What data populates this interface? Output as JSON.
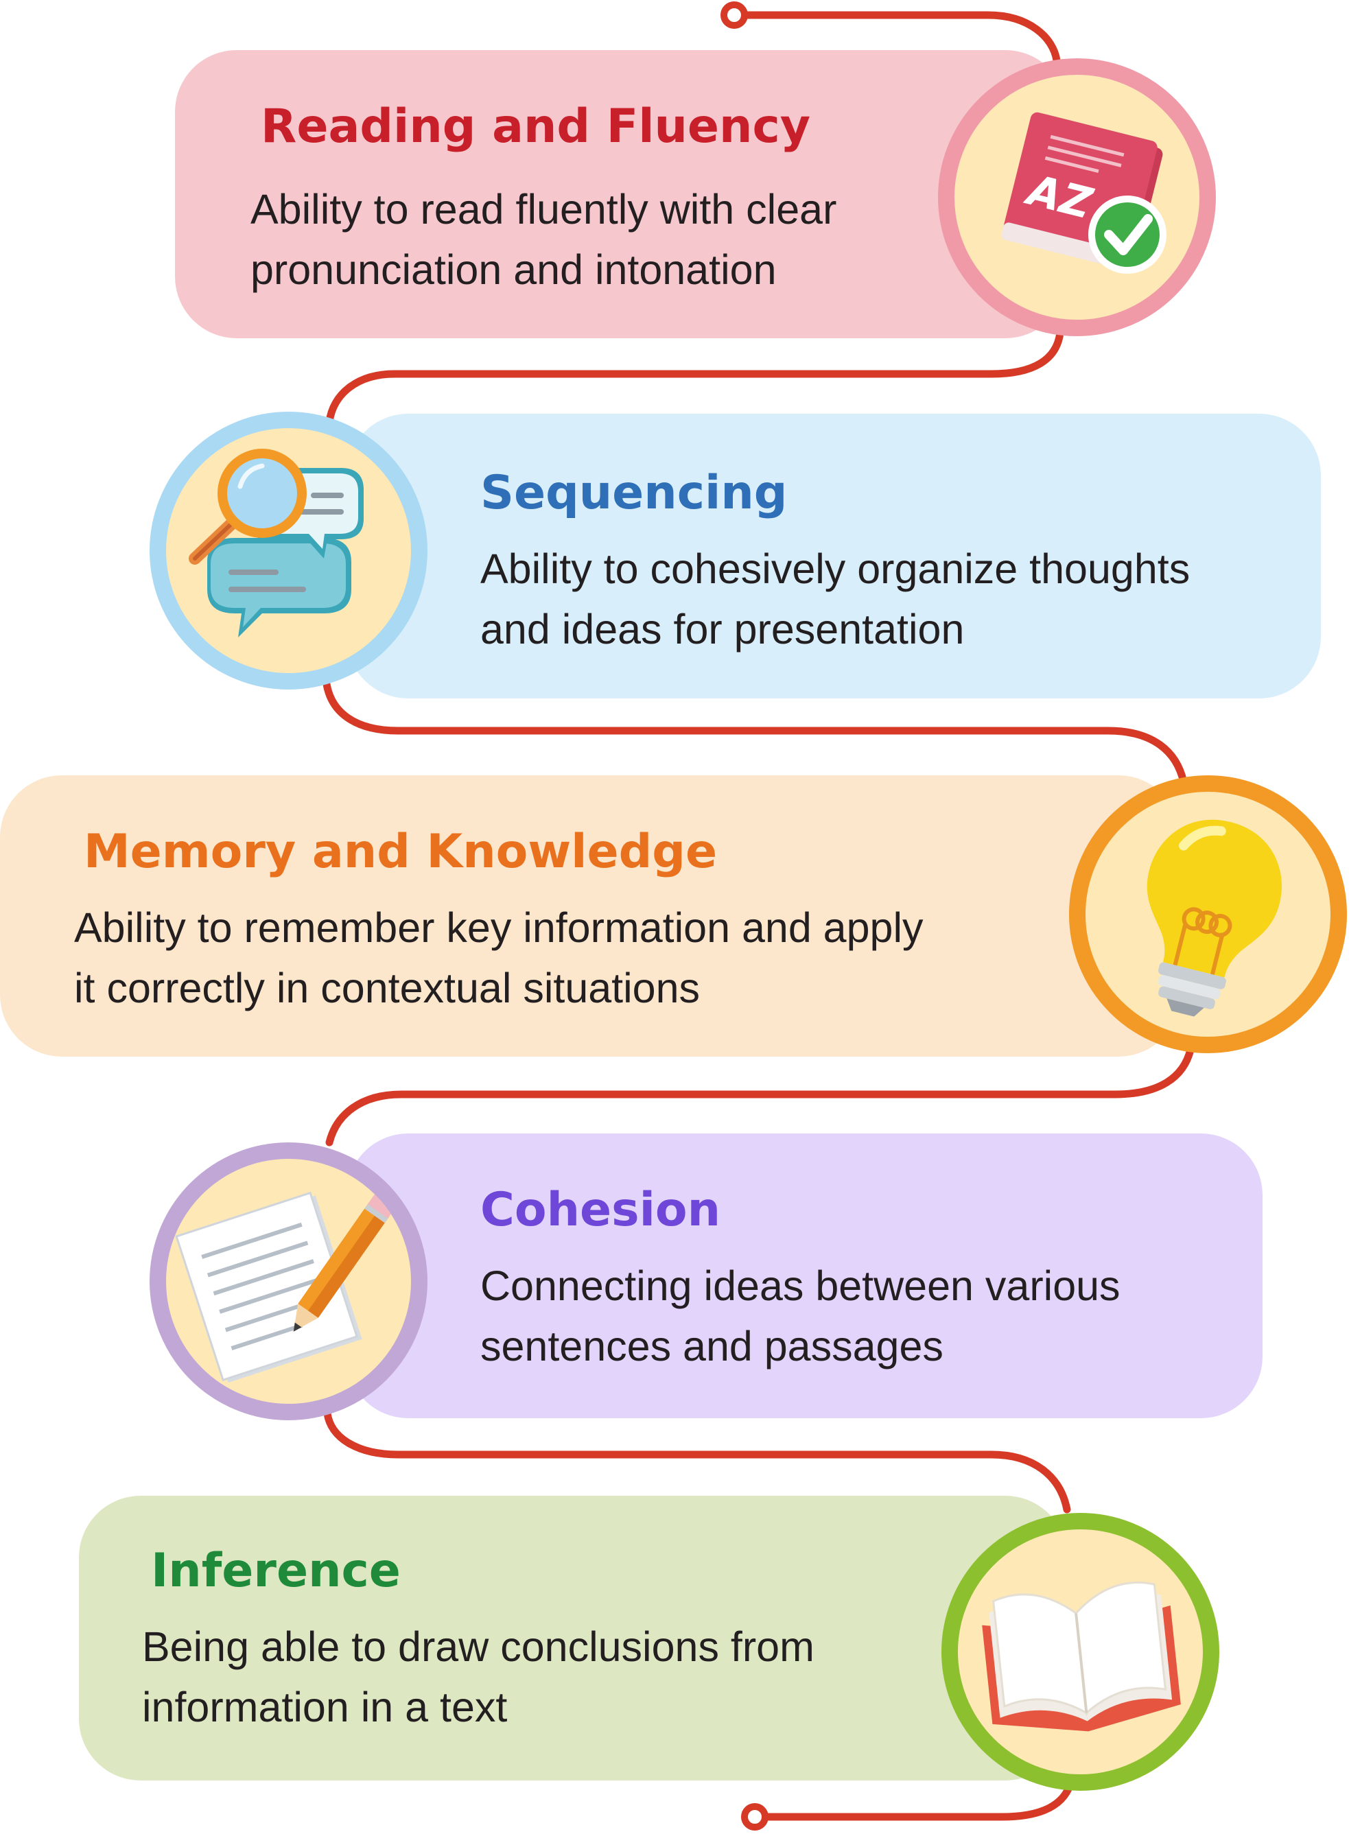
{
  "colors": {
    "connector": "#d63a26",
    "badge_fill": "#fde8b6",
    "text": "#231f20"
  },
  "items": [
    {
      "title": "Reading and Fluency",
      "description": "Ability to read fluently with clear\npronunciation and intonation",
      "icon": "book-az-checkmark-icon",
      "card_color": "#f6c8ce",
      "title_color": "#c8202a",
      "ring_color": "#f09aa8"
    },
    {
      "title": "Sequencing",
      "description": "Ability to cohesively organize thoughts\nand ideas for presentation",
      "icon": "magnifier-chat-icon",
      "card_color": "#d8eefa",
      "title_color": "#2e6fb7",
      "ring_color": "#a9d9f3"
    },
    {
      "title": "Memory and Knowledge",
      "description": "Ability to remember key information and apply\nit correctly in contextual situations",
      "icon": "lightbulb-icon",
      "card_color": "#fce7cd",
      "title_color": "#e9711d",
      "ring_color": "#f39a26"
    },
    {
      "title": "Cohesion",
      "description": "Connecting ideas between various\nsentences and passages",
      "icon": "paper-pencil-icon",
      "card_color": "#e3d4fb",
      "title_color": "#6e47d8",
      "ring_color": "#c1a7d6"
    },
    {
      "title": "Inference",
      "description": "Being able to draw conclusions from\ninformation in a text",
      "icon": "open-book-icon",
      "card_color": "#dde8c3",
      "title_color": "#1f8a3a",
      "ring_color": "#8dc02f"
    }
  ]
}
